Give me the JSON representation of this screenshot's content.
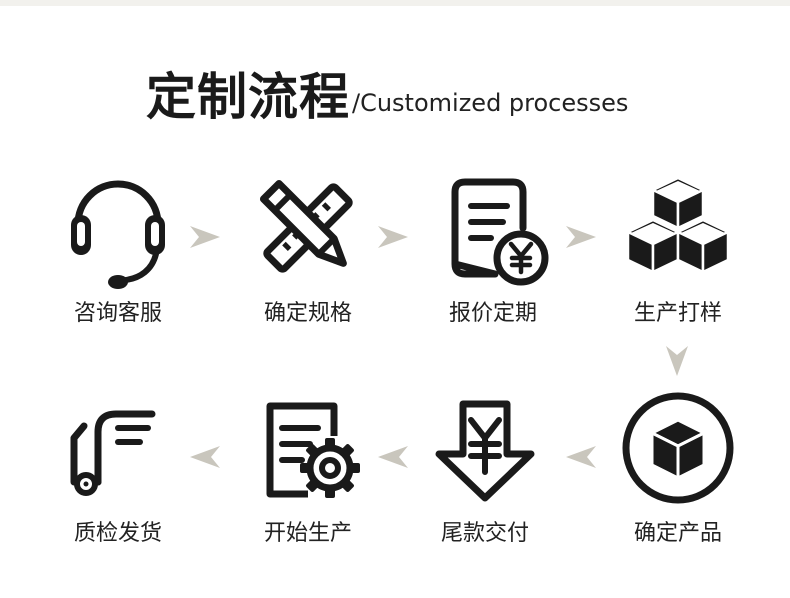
{
  "header": {
    "title_cn": "定制流程",
    "title_en": "/Customized processes"
  },
  "steps": [
    {
      "label": "咨询客服",
      "icon": "headset-icon"
    },
    {
      "label": "确定规格",
      "icon": "ruler-pencil-icon"
    },
    {
      "label": "报价定期",
      "icon": "quote-document-yen-icon"
    },
    {
      "label": "生产打样",
      "icon": "cubes-icon"
    },
    {
      "label": "确定产品",
      "icon": "box-in-circle-icon"
    },
    {
      "label": "尾款交付",
      "icon": "yen-arrow-down-icon"
    },
    {
      "label": "开始生产",
      "icon": "document-gear-icon"
    },
    {
      "label": "质检发货",
      "icon": "hand-truck-icon"
    }
  ],
  "colors": {
    "icon": "#1a1a1a",
    "arrow": "#c9c6bd",
    "top_band": "#f2f1ed"
  }
}
